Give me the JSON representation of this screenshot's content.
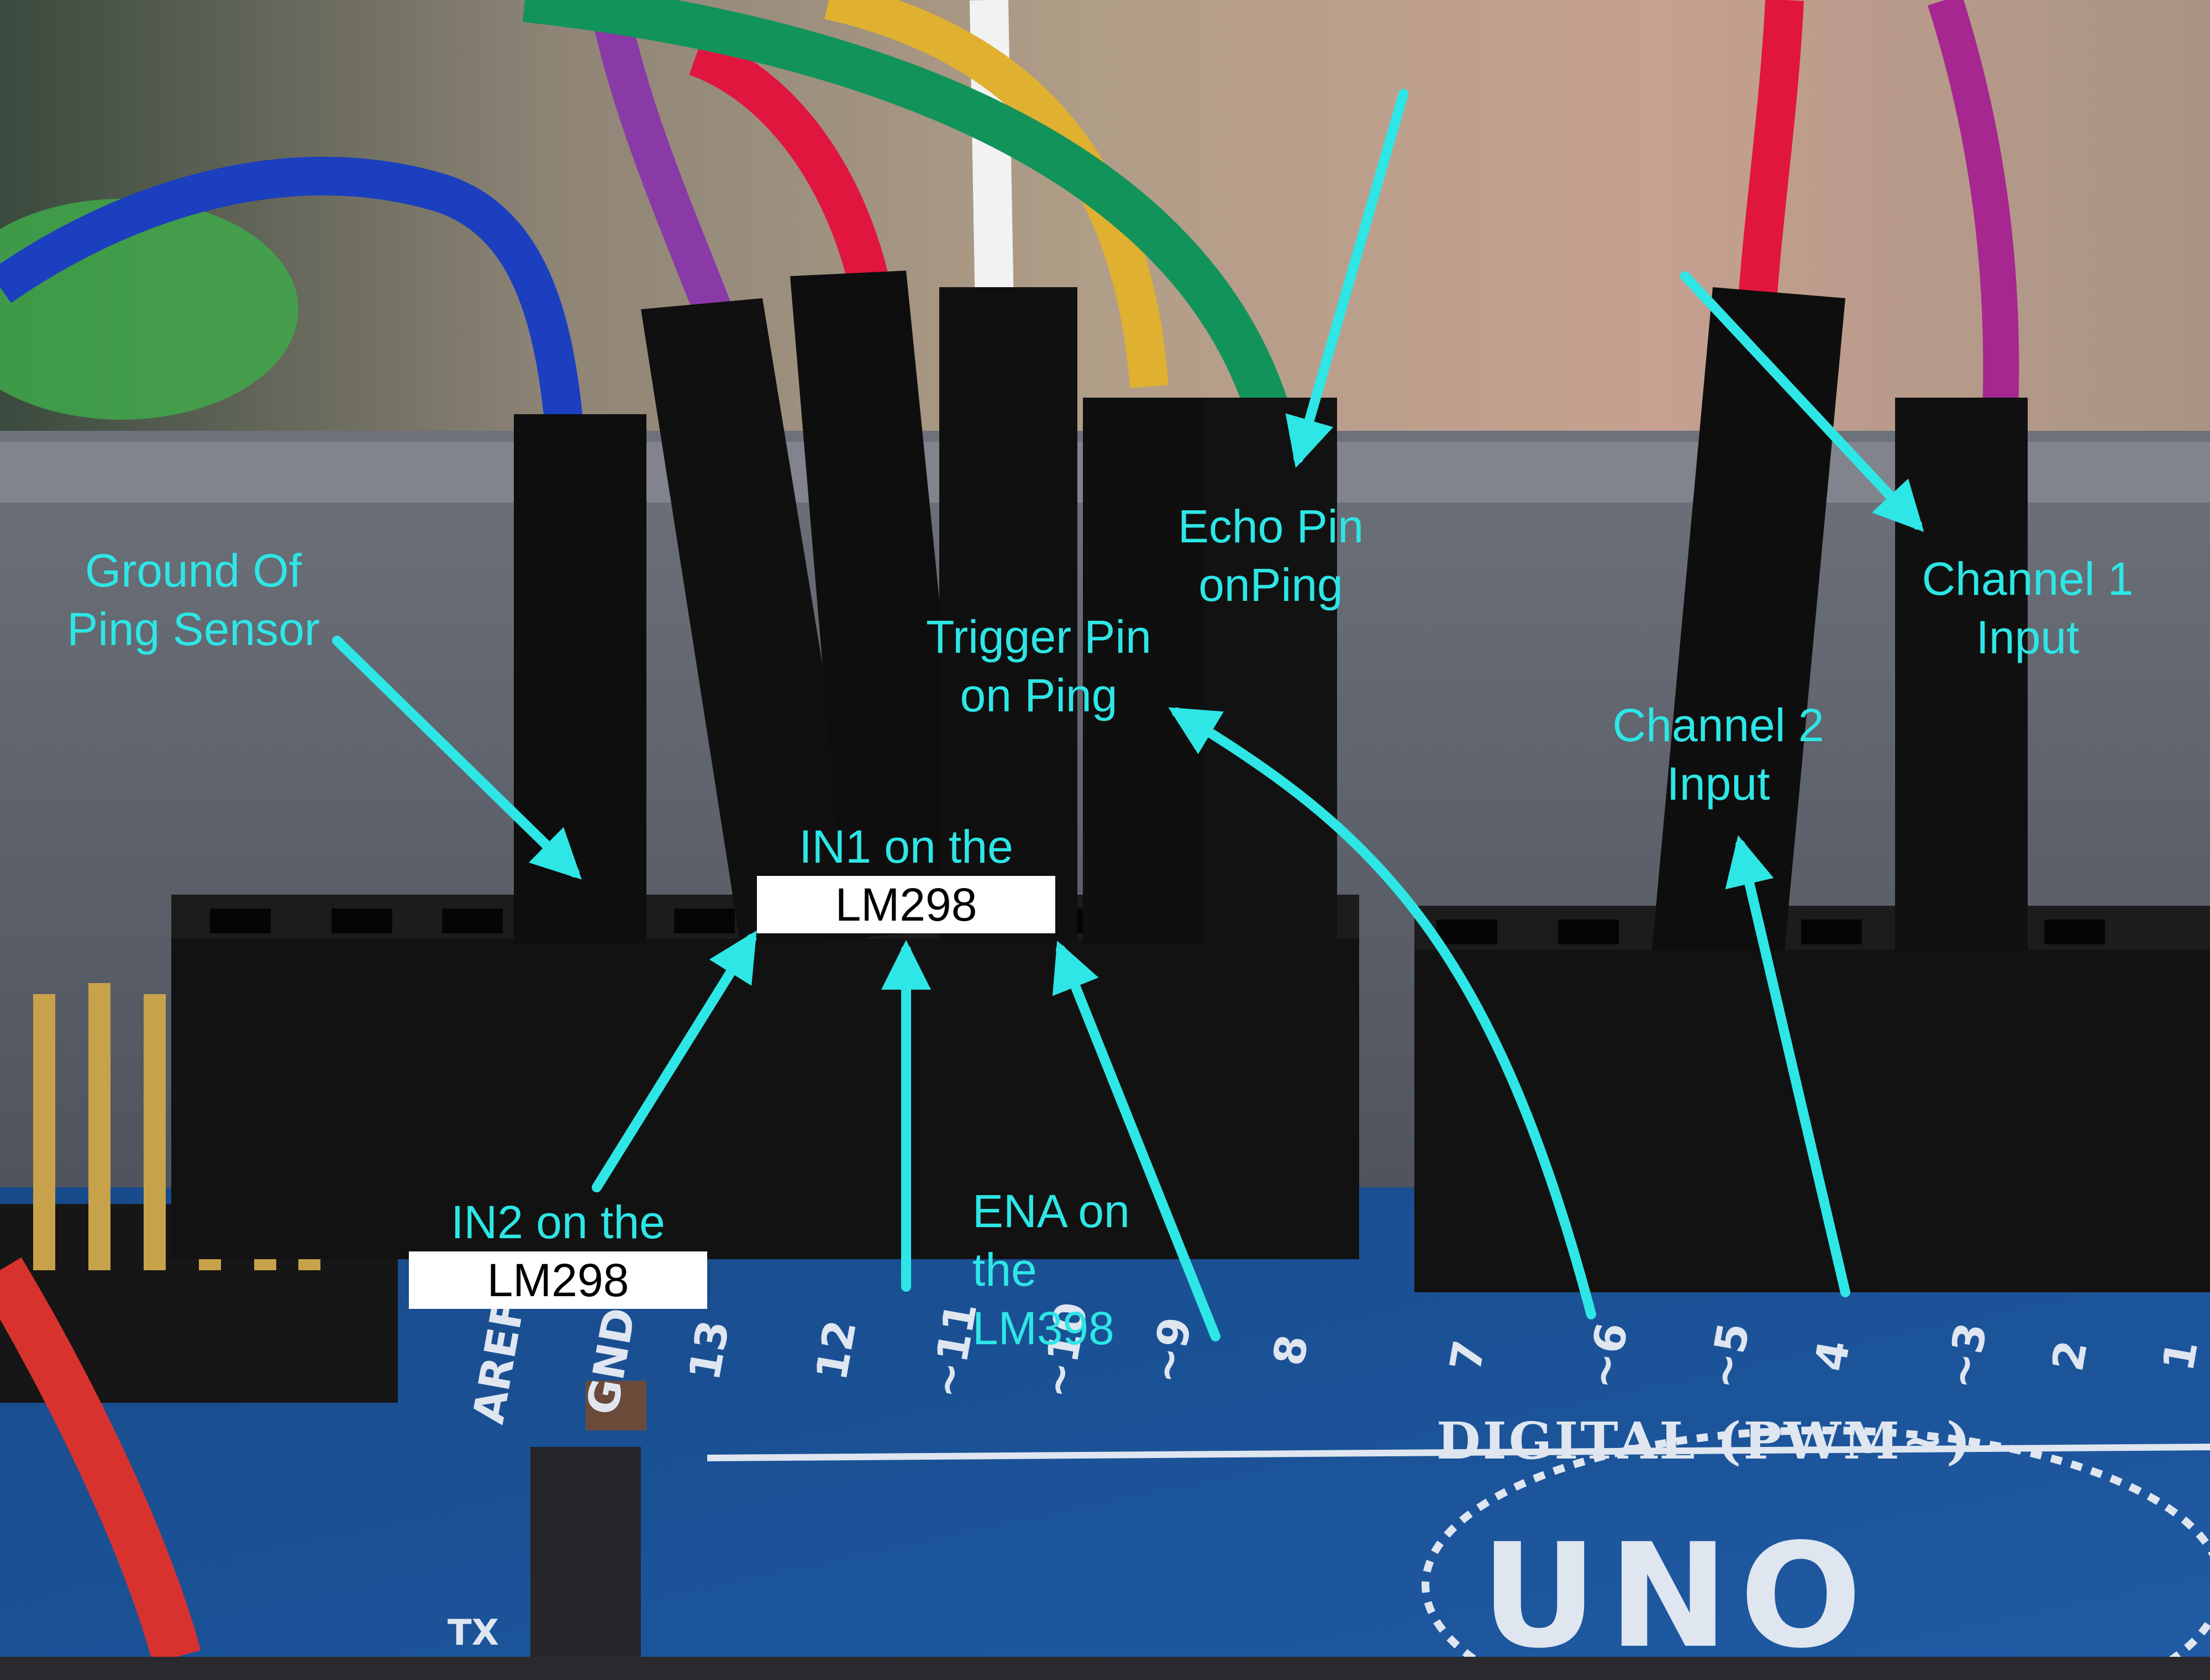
{
  "labels": {
    "ground_ping": [
      "Ground Of",
      "Ping Sensor"
    ],
    "in1": [
      "IN1 on the",
      "LM298"
    ],
    "in2": [
      "IN2 on the",
      "LM298"
    ],
    "trigger": [
      "Trigger Pin",
      "on Ping"
    ],
    "echo": [
      "Echo Pin",
      "onPing"
    ],
    "ena": [
      "ENA on",
      "the",
      "LM398"
    ],
    "channel1": [
      "Channel 1",
      "Input"
    ],
    "channel2": [
      "Channel 2",
      "Input"
    ]
  },
  "board": {
    "pin_labels": [
      "AREF",
      "GND",
      "13",
      "12",
      "~11",
      "~10",
      "~9",
      "8",
      "7",
      "~6",
      "~5",
      "4",
      "~3",
      "2",
      "1"
    ],
    "header_text": "DIGITAL (PWM~)",
    "logo_text": "UNO",
    "tx_text": "TX"
  },
  "colors": {
    "annotation": "#2ee6e6",
    "board_blue": "#1d4f94",
    "header_black": "#121212"
  }
}
